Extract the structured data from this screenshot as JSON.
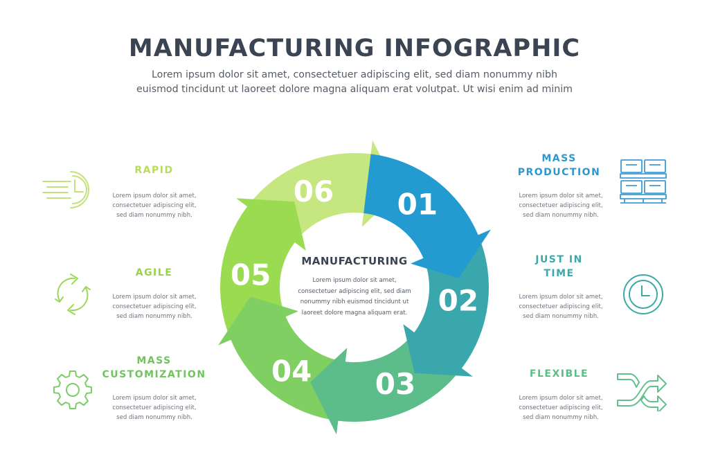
{
  "title": "MANUFACTURING INFOGRAPHIC",
  "subtitle": [
    "Lorem ipsum dolor sit amet, consectetuer adipiscing elit, sed diam nonummy nibh",
    "euismod tincidunt ut laoreet dolore magna aliquam erat volutpat. Ut wisi enim ad minim"
  ],
  "center": {
    "title": "MANUFACTURING",
    "text": [
      "Lorem ipsum dolor sit amet,",
      "consectetuer adipiscing elit, sed diam",
      "nonummy nibh euismod tincidunt ut",
      "laoreet dolore magna aliquam erat."
    ]
  },
  "segments": [
    {
      "number": "01",
      "color": "#239bd0"
    },
    {
      "number": "02",
      "color": "#3aa7ad"
    },
    {
      "number": "03",
      "color": "#5cbd8a"
    },
    {
      "number": "04",
      "color": "#7fcf62"
    },
    {
      "number": "05",
      "color": "#9bdb51"
    },
    {
      "number": "06",
      "color": "#c6e67f"
    }
  ],
  "items": [
    {
      "title": [
        "RAPID"
      ],
      "color": "#b9dc5a",
      "icon": "fast-clock-icon",
      "desc": [
        "Lorem ipsum dolor sit amet,",
        "consectetuer adipiscing elit,",
        "sed diam nonummy nibh."
      ]
    },
    {
      "title": [
        "AGILE"
      ],
      "color": "#95d34c",
      "icon": "refresh-arrows-icon",
      "desc": [
        "Lorem ipsum dolor sit amet,",
        "consectetuer adipiscing elit,",
        "sed diam nonummy nibh."
      ]
    },
    {
      "title": [
        "MASS",
        "CUSTOMIZATION"
      ],
      "color": "#6fc45e",
      "icon": "gear-icon",
      "desc": [
        "Lorem ipsum dolor sit amet,",
        "consectetuer adipiscing elit,",
        "sed diam nonummy nibh."
      ]
    },
    {
      "title": [
        "MASS",
        "PRODUCTION"
      ],
      "color": "#2f97cf",
      "icon": "pallet-boxes-icon",
      "desc": [
        "Lorem ipsum dolor sit amet,",
        "consectetuer adipiscing elit,",
        "sed diam nonummy nibh."
      ]
    },
    {
      "title": [
        "JUST IN",
        "TIME"
      ],
      "color": "#3aa9a7",
      "icon": "clock-icon",
      "desc": [
        "Lorem ipsum dolor sit amet,",
        "consectetuer adipiscing elit,",
        "sed diam nonummy nibh."
      ]
    },
    {
      "title": [
        "FLEXIBLE"
      ],
      "color": "#5bbd86",
      "icon": "crossing-arrows-icon",
      "desc": [
        "Lorem ipsum dolor sit amet,",
        "consectetuer adipiscing elit,",
        "sed diam nonummy nibh."
      ]
    }
  ]
}
